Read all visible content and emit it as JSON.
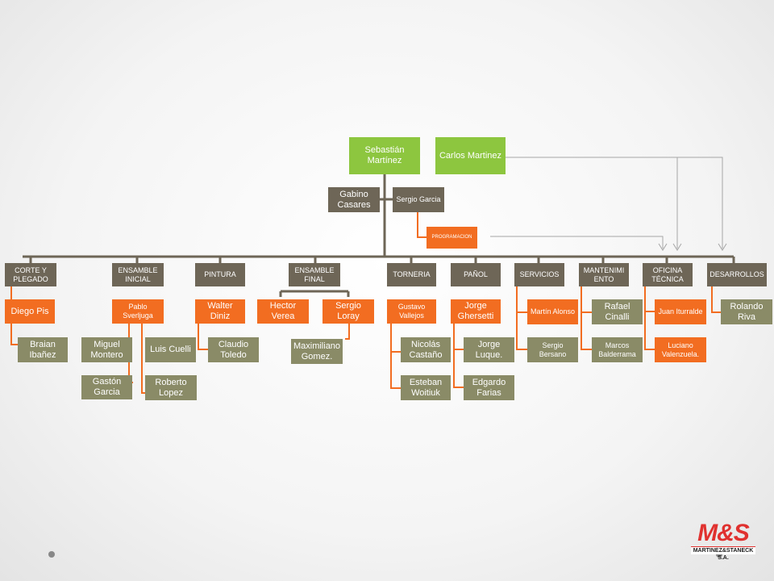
{
  "colors": {
    "green": "#8dc63f",
    "brown": "#6e6657",
    "orange": "#f26d21",
    "olive": "#8a8b67",
    "connector": "#6e6657",
    "orange_connector": "#f26d21",
    "grey_arrow": "#a6a6a6",
    "logo_red": "#e0312f"
  },
  "top": {
    "sebastian": "Sebastián Martínez",
    "carlos": "Carlos Martinez"
  },
  "staff": {
    "gabino": "Gabino Casares",
    "sergio_garcia": "Sergio Garcia",
    "programacion": "PROGRAMACION"
  },
  "departments": [
    {
      "title": "CORTE Y PLEGADO",
      "head": "Diego Pis",
      "members": [
        "Braian Ibañez"
      ]
    },
    {
      "title": "ENSAMBLE INICIAL",
      "head": "Pablo Sverljuga",
      "members": [
        "Miguel Montero",
        "Luis Cuelli",
        "Gastón Garcia",
        "Roberto Lopez"
      ]
    },
    {
      "title": "PINTURA",
      "head": "Walter Diniz",
      "members": [
        "Claudio Toledo"
      ]
    },
    {
      "title": "ENSAMBLE FINAL",
      "heads": [
        "Hector Verea",
        "Sergio Loray"
      ],
      "members": [
        "Maximiliano Gomez."
      ]
    },
    {
      "title": "TORNERIA",
      "head": "Gustavo Vallejos",
      "members": [
        "Nicolás Castaño",
        "Esteban Woitiuk"
      ]
    },
    {
      "title": "PAÑOL",
      "head": "Jorge Ghersetti",
      "members": [
        "Jorge Luque.",
        "Edgardo Farias"
      ]
    },
    {
      "title": "SERVICIOS",
      "members": [
        "Martín Alonso",
        "Sergio Bersano"
      ]
    },
    {
      "title": "MANTENIMIENTO",
      "members": [
        "Rafael Cinalli",
        "Marcos Balderrama"
      ]
    },
    {
      "title": "OFICINA TÉCNICA",
      "members": [
        "Juan Iturralde",
        "Luciano Valenzuela."
      ]
    },
    {
      "title": "DESARROLLOS",
      "members": [
        "Rolando Riva"
      ]
    }
  ],
  "logo": {
    "mark": "M&S",
    "company": "MARTINEZ&STANECK S.A."
  }
}
